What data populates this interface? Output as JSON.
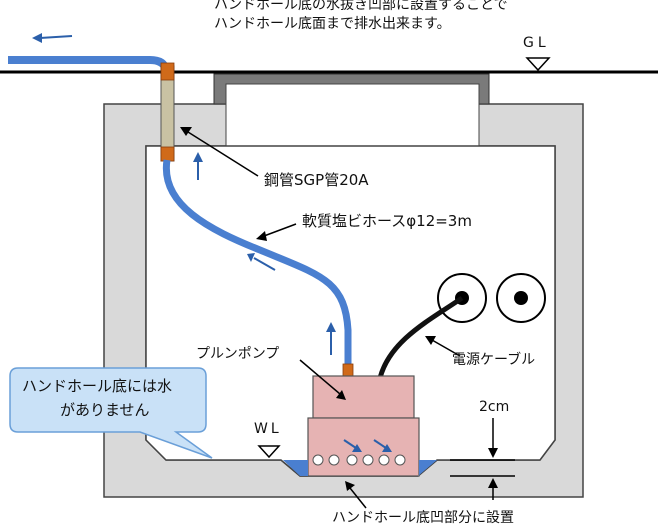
{
  "header": {
    "line1": "ハンドホール底の水抜き凹部に設置することで",
    "line2": "ハンドホール底面まで排水出来ます。"
  },
  "labels": {
    "gl": "GL",
    "steel_pipe": "鋼管SGP管20A",
    "hose": "軟質塩ビホースφ12=3m",
    "pump": "プルンポンプ",
    "cable": "電源ケーブル",
    "wl": "WL",
    "depth": "2cm",
    "bottom": "ハンドホール底凹部分に設置"
  },
  "callout": {
    "line1": "ハンドホール底には水",
    "line2": "がありません"
  },
  "colors": {
    "hose": "#4a7fd0",
    "concrete": "#d9d9d9",
    "pump": "#e6b3b3",
    "callout_fill": "#c9e1f7",
    "fitting": "#d06a1a",
    "water": "#4a7fd0"
  }
}
